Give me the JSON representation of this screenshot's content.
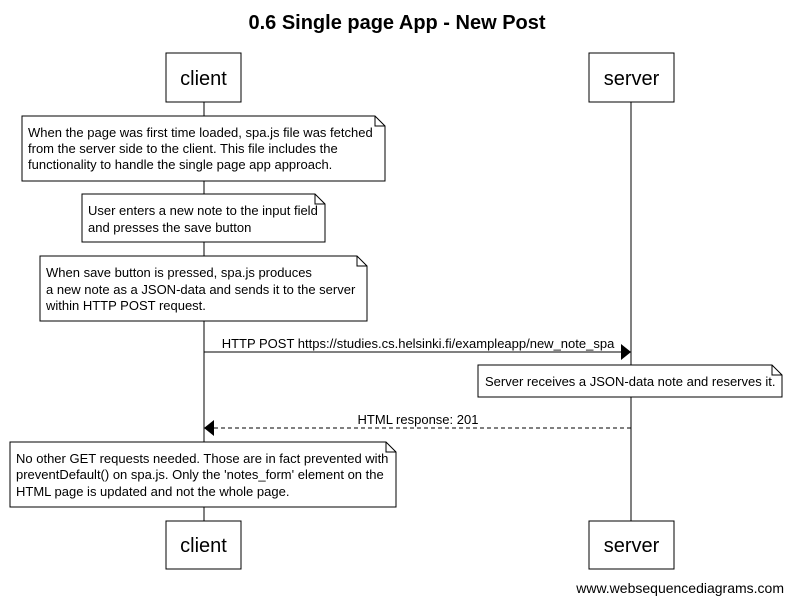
{
  "title": "0.6 Single page App - New Post",
  "participants": {
    "client": "client",
    "server": "server"
  },
  "notes": [
    {
      "lines": [
        "When the page was first time loaded, spa.js file was fetched",
        "from the server side to the client. This file includes the",
        "functionality to handle the single page app approach."
      ]
    },
    {
      "lines": [
        "User enters a new note to the input field",
        "and presses the save button"
      ]
    },
    {
      "lines": [
        "When save button is pressed, spa.js produces",
        "a new note as a JSON-data and sends it to the server",
        "within HTTP POST request."
      ]
    },
    {
      "lines": [
        "Server receives a JSON-data note and reserves it."
      ]
    },
    {
      "lines": [
        "No other GET requests needed. Those are in fact prevented with",
        "preventDefault() on spa.js. Only the 'notes_form' element on the",
        "HTML page is updated and not the whole page."
      ]
    }
  ],
  "messages": {
    "post": "HTTP POST https://studies.cs.helsinki.fi/exampleapp/new_note_spa",
    "response": "HTML response: 201"
  },
  "footer": "www.websequencediagrams.com"
}
